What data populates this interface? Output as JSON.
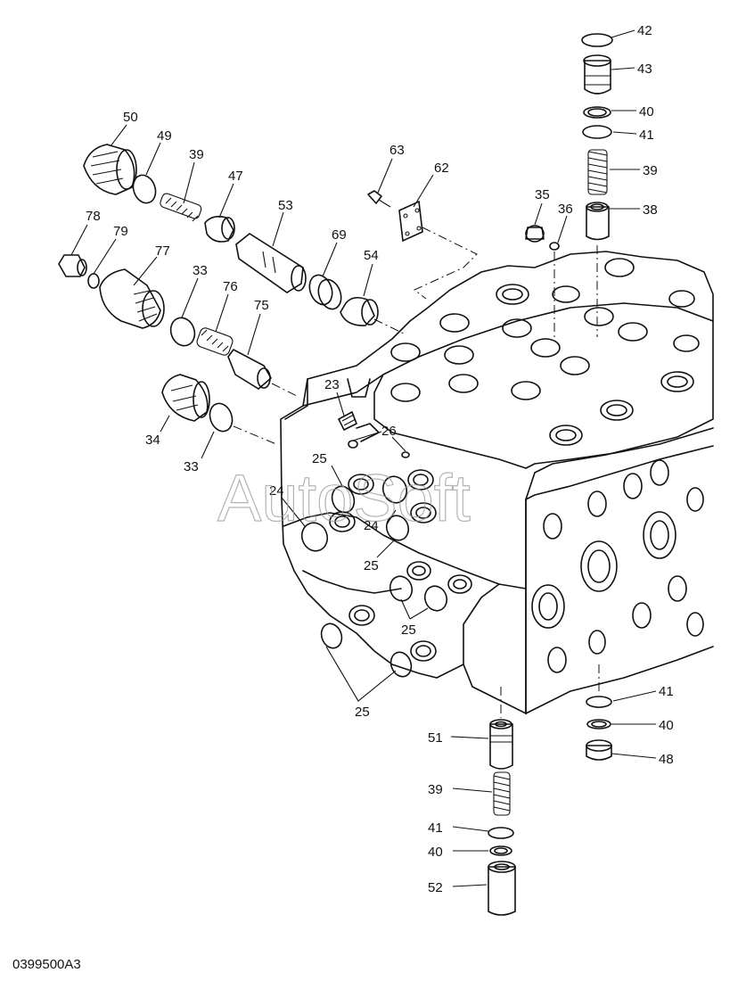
{
  "diagram": {
    "drawing_code": "0399500A3",
    "watermark": "AutoSoft",
    "callouts": [
      "42",
      "43",
      "40",
      "41",
      "39",
      "38",
      "36",
      "35",
      "50",
      "49",
      "39",
      "47",
      "53",
      "63",
      "62",
      "78",
      "79",
      "77",
      "33",
      "76",
      "75",
      "69",
      "54",
      "23",
      "26",
      "34",
      "33",
      "25",
      "24",
      "24",
      "25",
      "25",
      "25",
      "41",
      "40",
      "48",
      "51",
      "39",
      "41",
      "40",
      "52"
    ]
  }
}
